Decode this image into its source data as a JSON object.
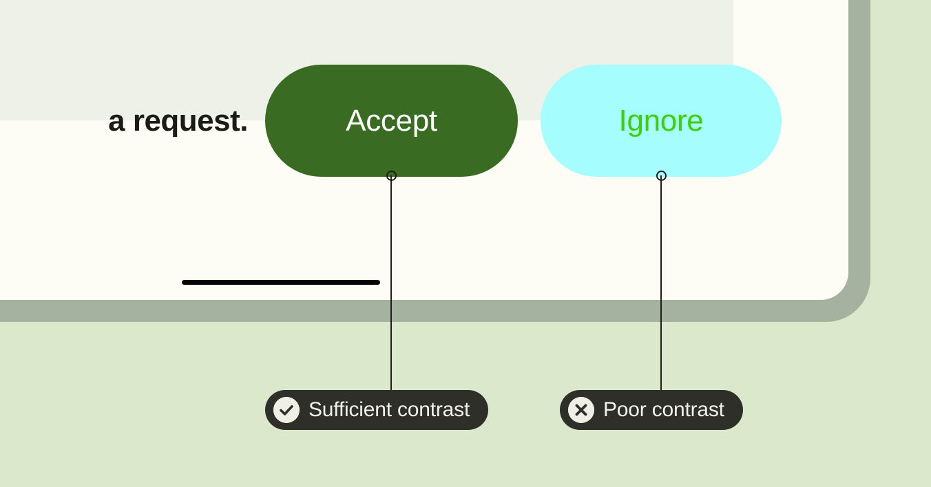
{
  "background": {
    "page_color": "#dce8cb",
    "bezel_color": "#a6b2a0",
    "app_surface_color": "#fdfdf5",
    "panel_color": "#edf1e7"
  },
  "card": {
    "message_text": "a request."
  },
  "actions": {
    "accept": {
      "label": "Accept",
      "background": "#3a6b23",
      "text_color": "#ffffff"
    },
    "ignore": {
      "label": "Ignore",
      "background": "#a6fdfd",
      "text_color": "#3dce05"
    }
  },
  "annotations": [
    {
      "id": "accept",
      "label": "Sufficient contrast",
      "icon": "check-circle-icon",
      "badge_color": "#2e2f28",
      "label_color": "#f2f2ea"
    },
    {
      "id": "ignore",
      "label": "Poor contrast",
      "icon": "x-circle-icon",
      "badge_color": "#2e2f28",
      "label_color": "#f2f2ea"
    }
  ]
}
